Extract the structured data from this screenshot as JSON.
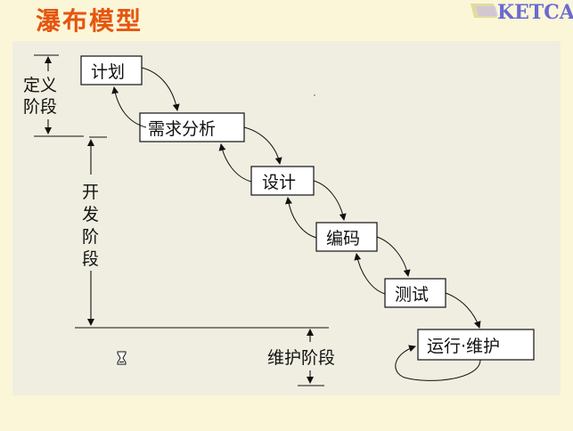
{
  "title": "瀑布模型",
  "logo_text": "KETCA",
  "phases": {
    "definition": [
      "定义",
      "阶段"
    ],
    "development": [
      "开",
      "发",
      "阶",
      "段"
    ],
    "maintenance": "维护阶段"
  },
  "stages": [
    "计划",
    "需求分析",
    "设计",
    "编码",
    "测试",
    "运行·维护"
  ],
  "icons": {
    "cursor": "hourglass-icon"
  },
  "colors": {
    "title": "#e5560f",
    "background": "#fbf6d8",
    "panel": "#f0eee1"
  }
}
